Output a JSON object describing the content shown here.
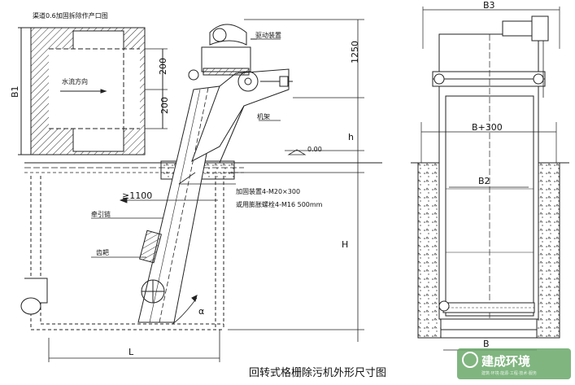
{
  "side_view": {
    "note_top_left": "渠道0.6加固拆除作产口图",
    "water_flow": "水流方向",
    "b1": "B1",
    "dim_200_a": "200",
    "dim_200_b": "200",
    "dim_1250": "1250",
    "drive_unit": "驱动装置",
    "frame": "机架",
    "h_small": "h",
    "level_0": "0.00",
    "dim_1100": "≥1100",
    "chain": "牵引链",
    "rake": "齿耙",
    "anchor_line1": "加固装置4-M20×300",
    "anchor_line2": "或用膨胀螺栓4-M16 500mm",
    "h_big": "H",
    "l": "L",
    "angle": "α"
  },
  "front_view": {
    "b3": "B3",
    "b_plus_300": "B+300",
    "b2": "B2",
    "b": "B"
  },
  "caption": "回转式格栅除污机外形尺寸图",
  "watermark": {
    "title": "建成环境",
    "subtitle": "建筑·环境·能源·工程·技术·服务"
  }
}
